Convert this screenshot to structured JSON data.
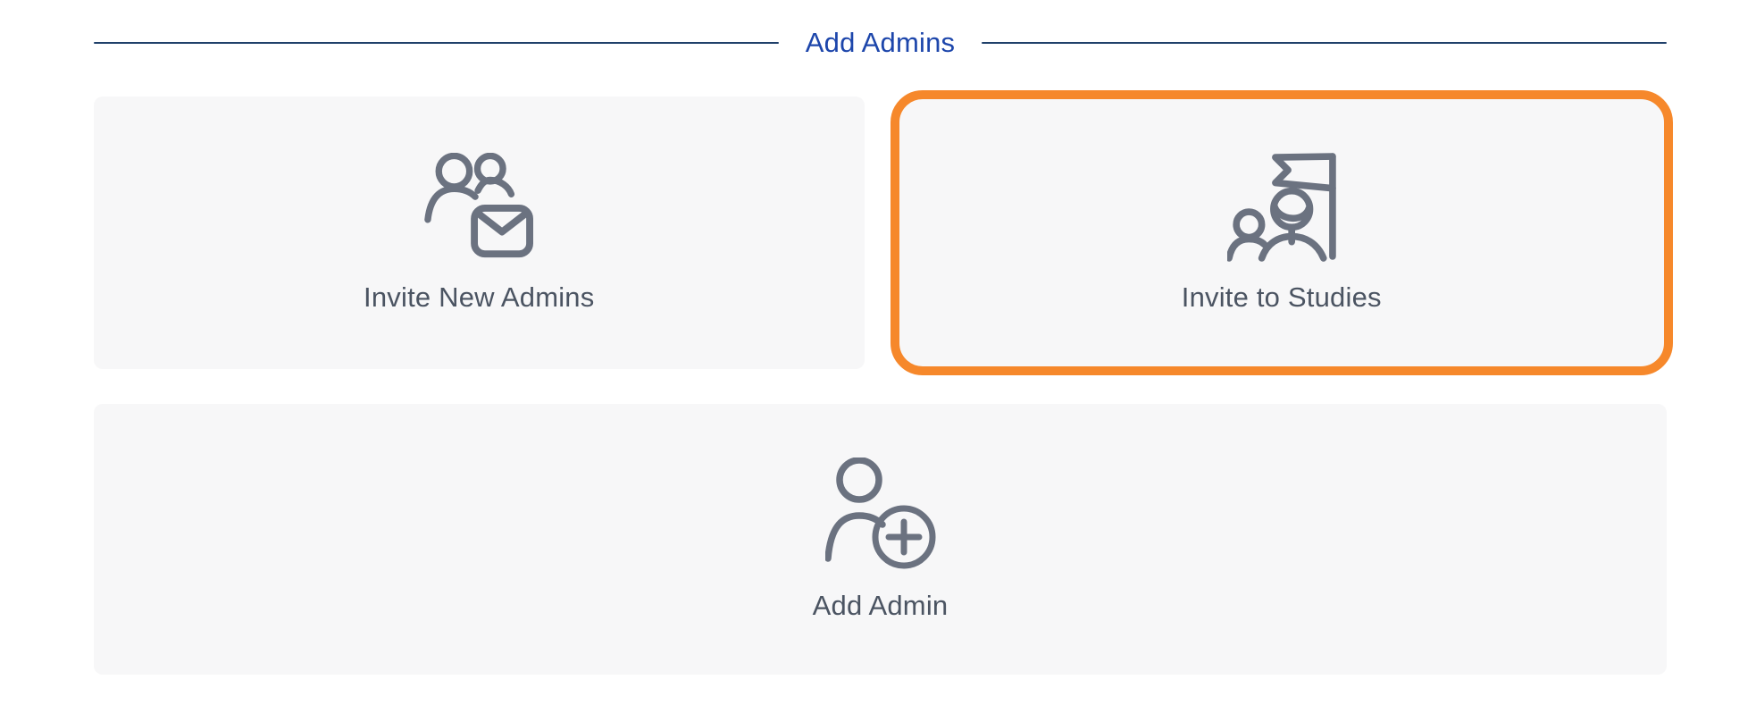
{
  "header": {
    "title": "Add Admins"
  },
  "cards": {
    "invite_new_admins": {
      "label": "Invite New Admins",
      "icon": "people-mail-icon",
      "selected": false
    },
    "invite_to_studies": {
      "label": "Invite to Studies",
      "icon": "person-flag-icon",
      "selected": true
    },
    "add_admin": {
      "label": "Add Admin",
      "icon": "person-plus-icon",
      "selected": false
    }
  },
  "colors": {
    "accent_orange": "#F6882B",
    "title_blue": "#1D46AB",
    "divider_navy": "#20406A",
    "icon_gray": "#6B7280",
    "label_gray": "#4B5462",
    "card_background": "#F7F7F8"
  }
}
